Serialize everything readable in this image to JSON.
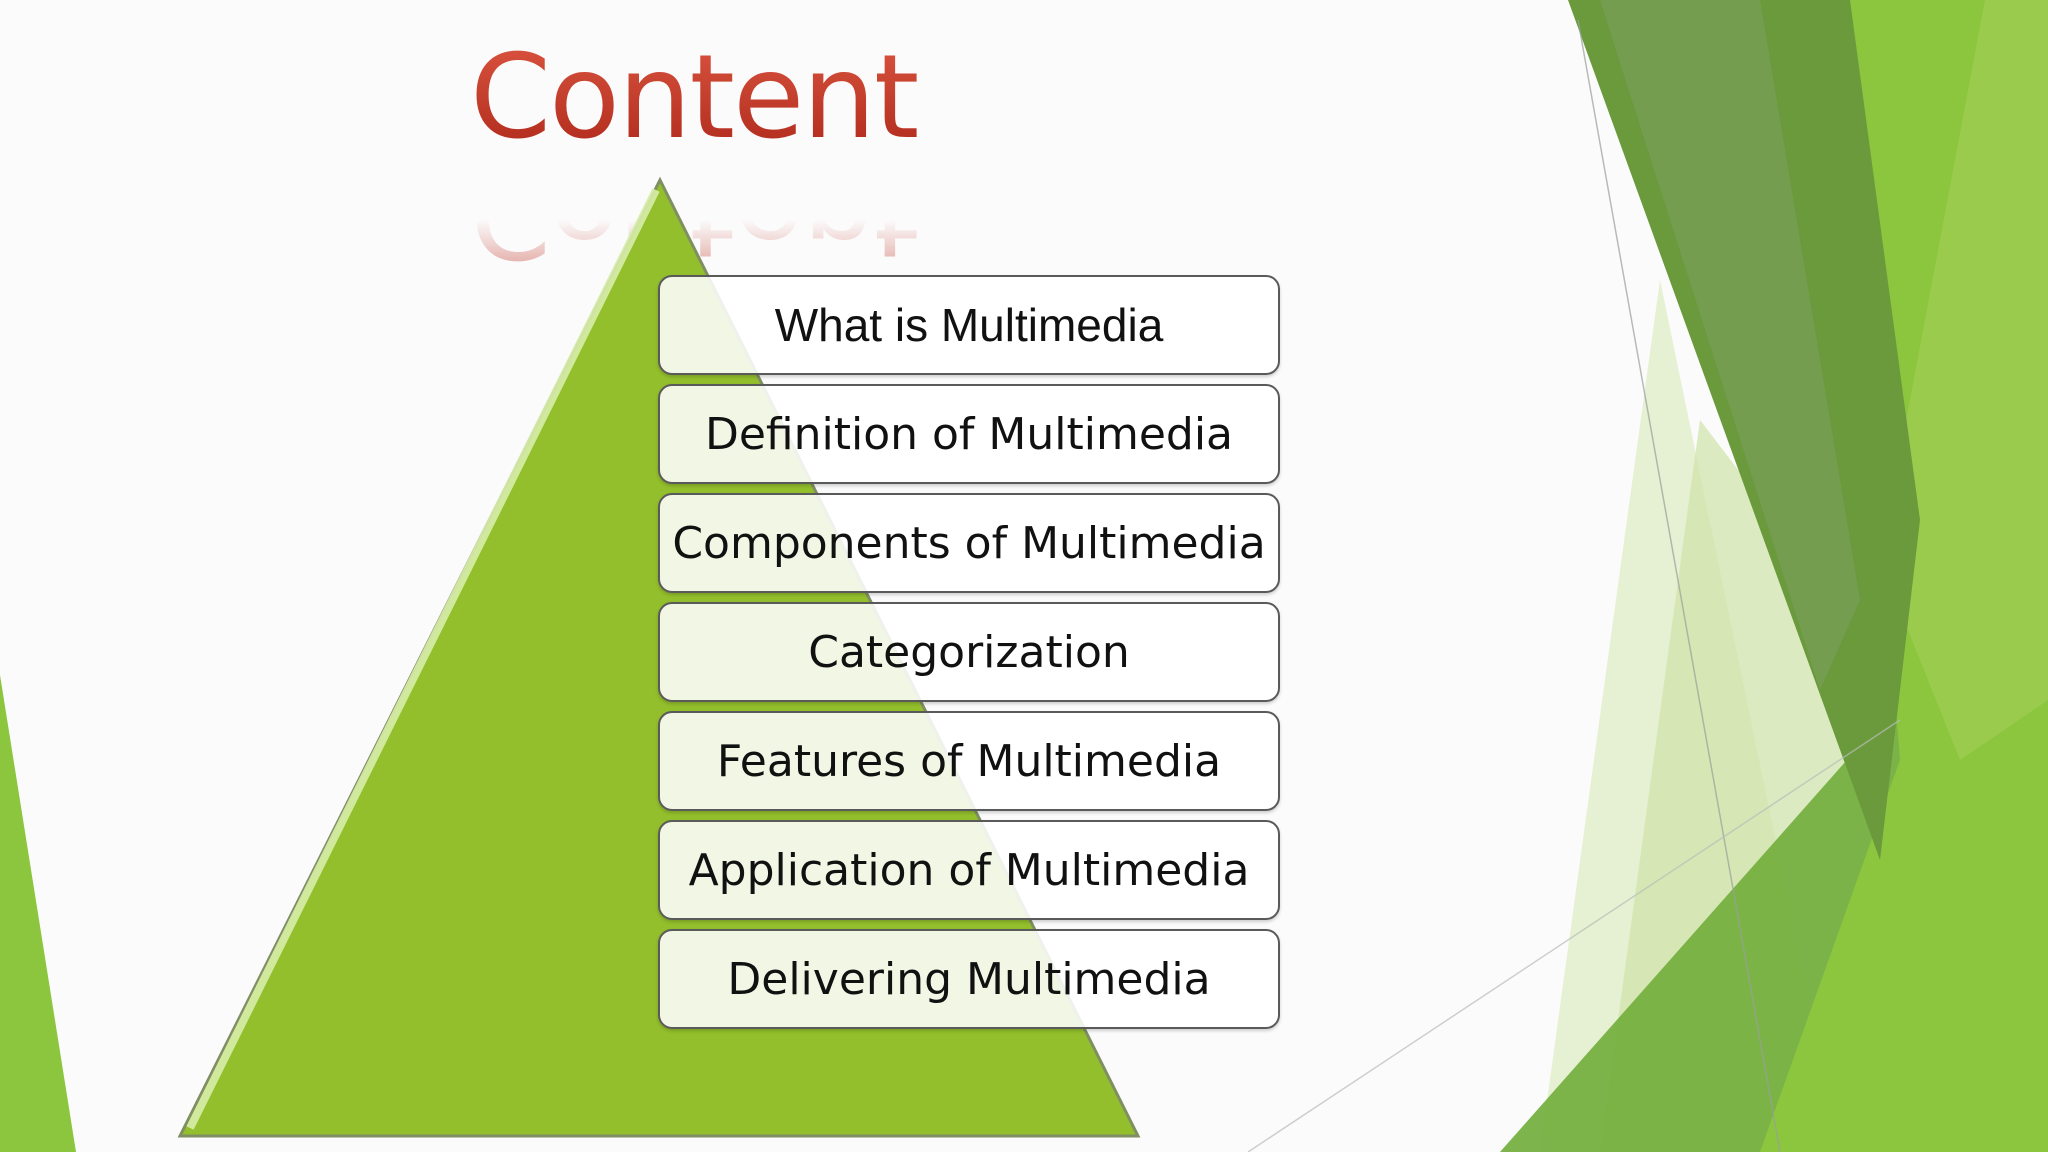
{
  "slide": {
    "title": "Content",
    "items": [
      {
        "label": "What is Multimedia"
      },
      {
        "label": "Definition of Multimedia"
      },
      {
        "label": "Components of Multimedia"
      },
      {
        "label": "Categorization"
      },
      {
        "label": "Features of Multimedia"
      },
      {
        "label": "Application of Multimedia"
      },
      {
        "label": "Delivering Multimedia"
      }
    ]
  },
  "colors": {
    "title": "#c0382b",
    "pyramid": "#93bf2c",
    "accent_green": "#8cc63f",
    "dark_green": "#6a9a3c",
    "box_border": "#5a5a5a",
    "background": "#fbfbfb"
  }
}
